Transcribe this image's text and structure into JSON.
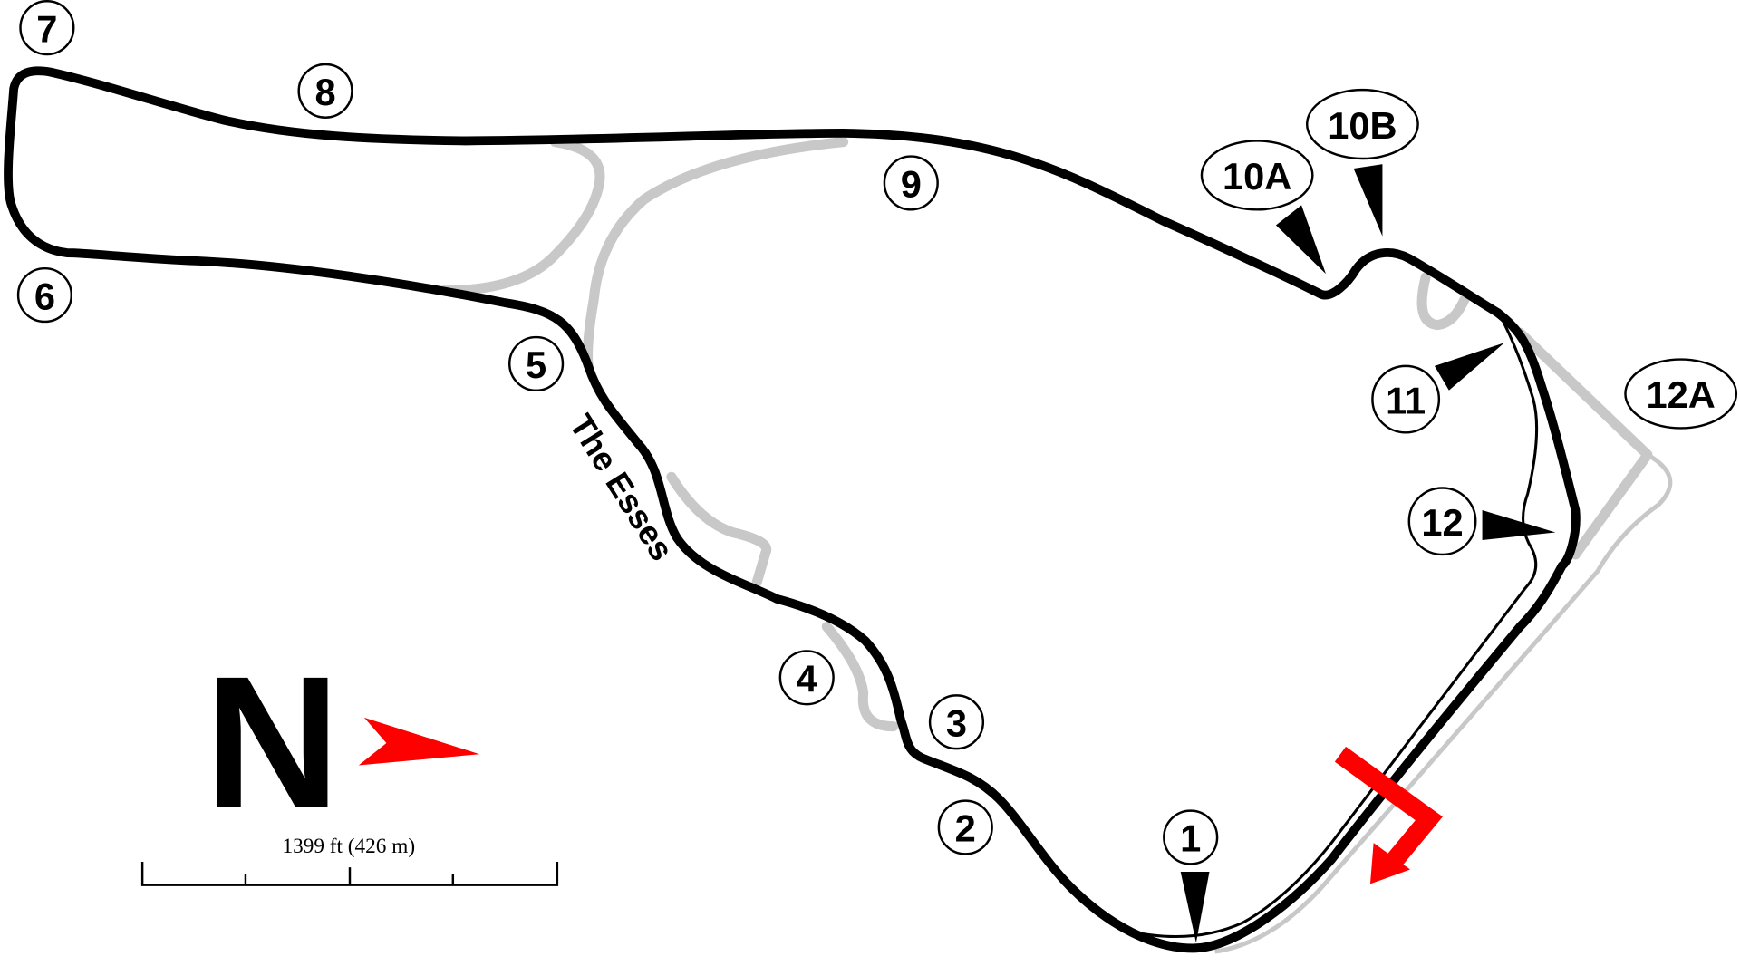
{
  "map": {
    "turns": [
      {
        "id": "t1",
        "label": "1"
      },
      {
        "id": "t2",
        "label": "2"
      },
      {
        "id": "t3",
        "label": "3"
      },
      {
        "id": "t4",
        "label": "4"
      },
      {
        "id": "t5",
        "label": "5"
      },
      {
        "id": "t6",
        "label": "6"
      },
      {
        "id": "t7",
        "label": "7"
      },
      {
        "id": "t8",
        "label": "8"
      },
      {
        "id": "t9",
        "label": "9"
      },
      {
        "id": "t10a",
        "label": "10A"
      },
      {
        "id": "t10b",
        "label": "10B"
      },
      {
        "id": "t11",
        "label": "11"
      },
      {
        "id": "t12",
        "label": "12"
      },
      {
        "id": "t12a",
        "label": "12A"
      }
    ],
    "section_label": "The Esses",
    "north_label": "N",
    "scale_label": "1399 ft (426 m)",
    "colors": {
      "track": "#000000",
      "old_track": "#c8c8c8",
      "start_finish": "#ff0000",
      "north_arrow": "#ff0000"
    }
  }
}
